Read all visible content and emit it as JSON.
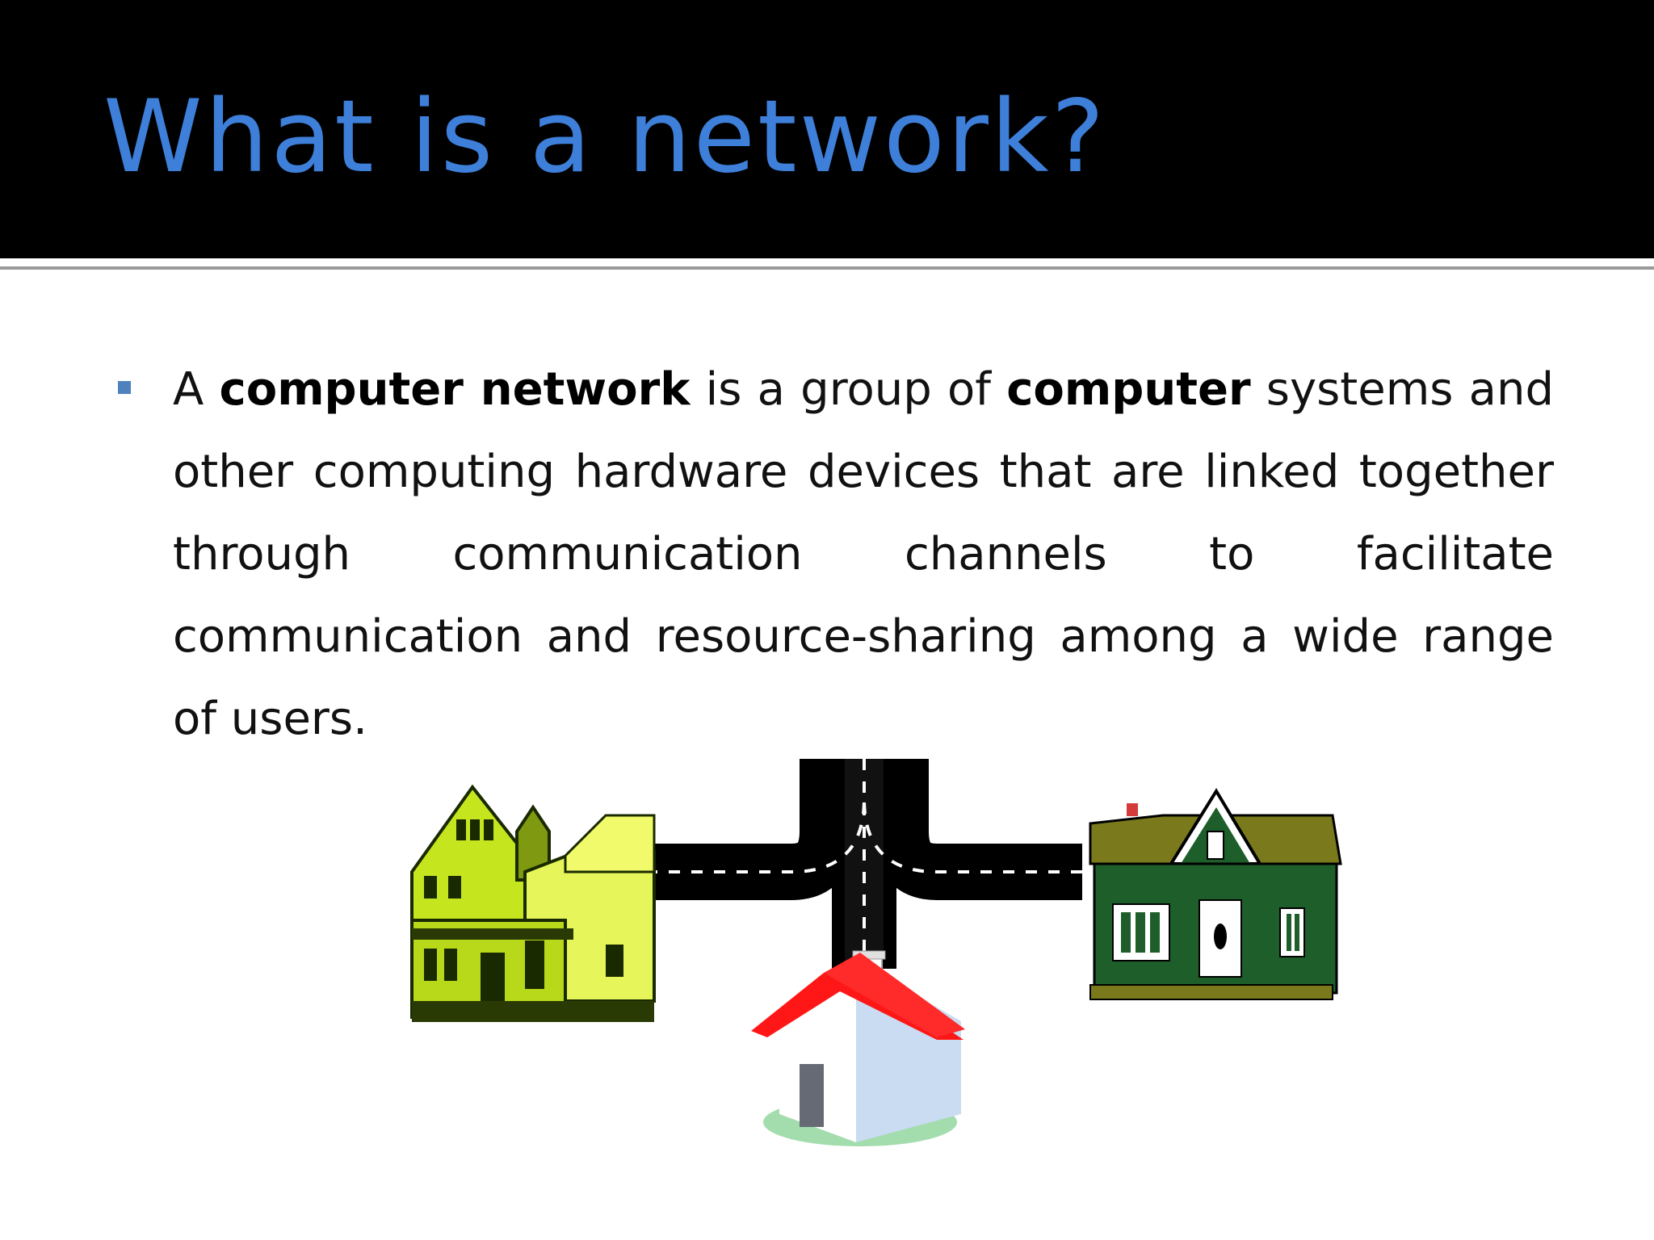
{
  "slide": {
    "title": "What is a network?",
    "bullet": {
      "t1": "A ",
      "b1": "computer network",
      "t2": " is a group of ",
      "b2": "computer",
      "t3": " systems and other computing hardware devices that are linked together through communication channels to facilitate communication and resource-sharing among a wide range of users."
    }
  },
  "colors": {
    "title": "#3d7fd9",
    "bullet": "#4f81bd",
    "title_bar": "#000000"
  },
  "illustration": {
    "icons": [
      "yellow-house-icon",
      "road-icon",
      "green-house-icon",
      "red-roof-house-icon"
    ]
  }
}
